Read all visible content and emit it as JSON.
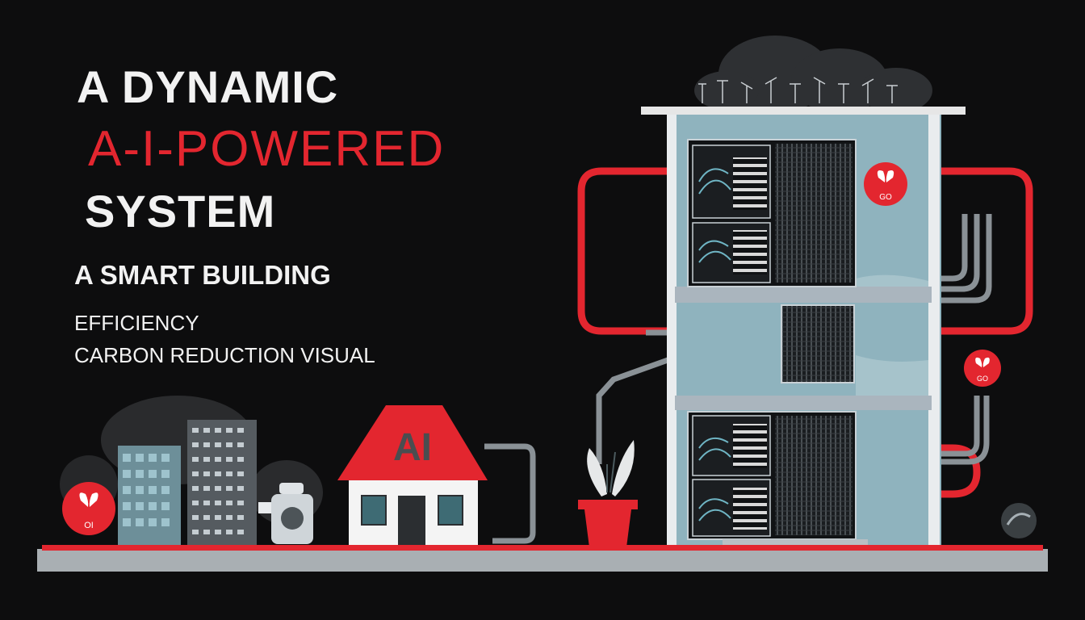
{
  "headline": {
    "line1": "A DYNAMIC",
    "line2": "A-I-POWERED",
    "line3": "SYSTEM"
  },
  "subtitle": "A SMART BUILDING",
  "details": {
    "line1": "EFFICIENCY",
    "line2": "CARBON REDUCTION VISUAL"
  },
  "house_sign": "AI",
  "badges": {
    "building_top": "GO",
    "building_side": "GO",
    "ground_left": "OI"
  },
  "colors": {
    "background": "#0d0d0e",
    "accent_red": "#e3262f",
    "text_white": "#f2f2f2",
    "glass_blue": "#8fb3be"
  }
}
